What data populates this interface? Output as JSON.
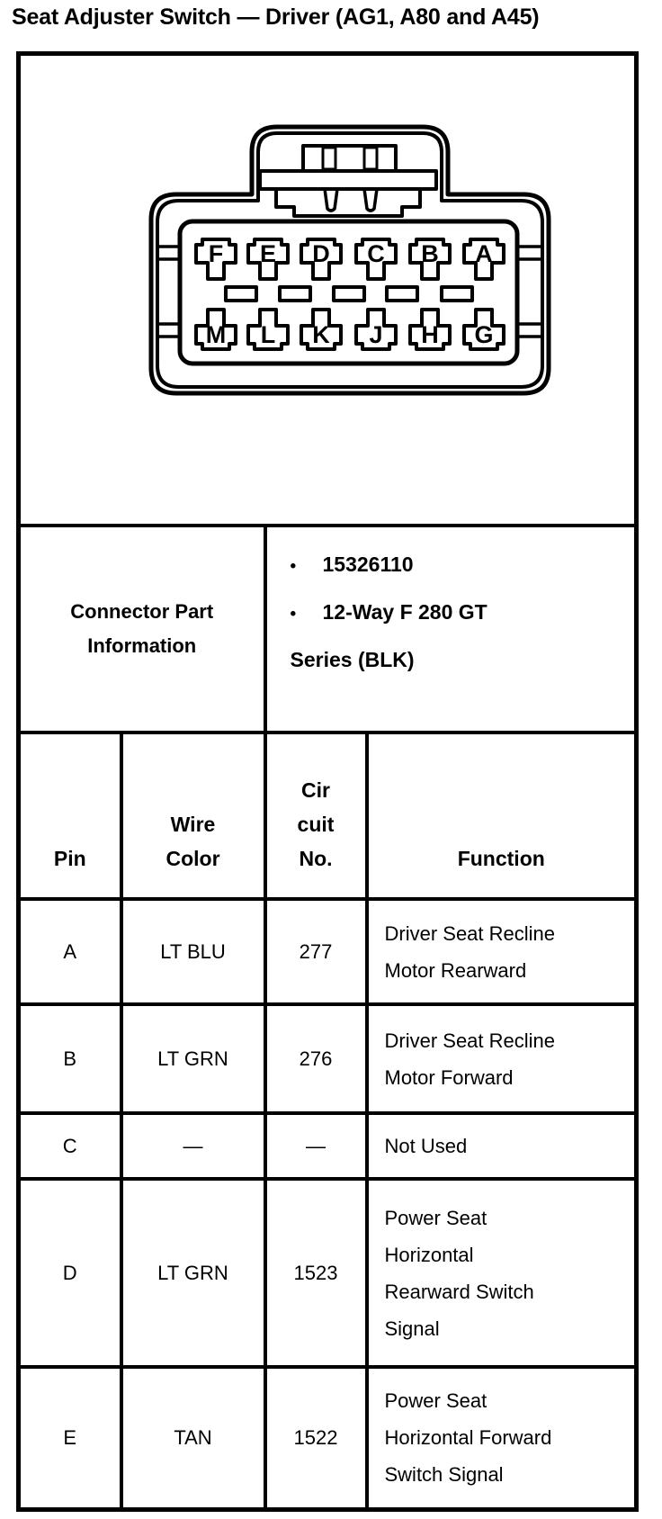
{
  "page_title": "Seat Adjuster Switch — Driver (AG1, A80 and A45)",
  "connector_diagram": {
    "top_row_pins": [
      "F",
      "E",
      "D",
      "C",
      "B",
      "A"
    ],
    "bottom_row_pins": [
      "M",
      "L",
      "K",
      "J",
      "H",
      "G"
    ]
  },
  "part_info": {
    "label": "Connector Part Information",
    "bullet_items": [
      "15326110",
      "12-Way F 280 GT"
    ],
    "continuation_line": "Series (BLK)"
  },
  "pin_table": {
    "headers": {
      "pin": "Pin",
      "wire_color_lines": [
        "Wire",
        "Color"
      ],
      "circuit_no_lines": [
        "Cir",
        "cuit",
        "No."
      ],
      "function": "Function"
    },
    "rows": [
      {
        "pin": "A",
        "wire_color": "LT BLU",
        "circuit_no": "277",
        "function_lines": [
          "Driver Seat Recline",
          "Motor Rearward"
        ]
      },
      {
        "pin": "B",
        "wire_color": "LT GRN",
        "circuit_no": "276",
        "function_lines": [
          "Driver Seat Recline",
          "Motor Forward"
        ]
      },
      {
        "pin": "C",
        "wire_color": "—",
        "circuit_no": "—",
        "function_lines": [
          "Not Used"
        ]
      },
      {
        "pin": "D",
        "wire_color": "LT GRN",
        "circuit_no": "1523",
        "function_lines": [
          "Power Seat",
          "Horizontal",
          "Rearward Switch",
          "Signal"
        ]
      },
      {
        "pin": "E",
        "wire_color": "TAN",
        "circuit_no": "1522",
        "function_lines": [
          "Power Seat",
          "Horizontal Forward",
          "Switch Signal"
        ]
      }
    ]
  }
}
